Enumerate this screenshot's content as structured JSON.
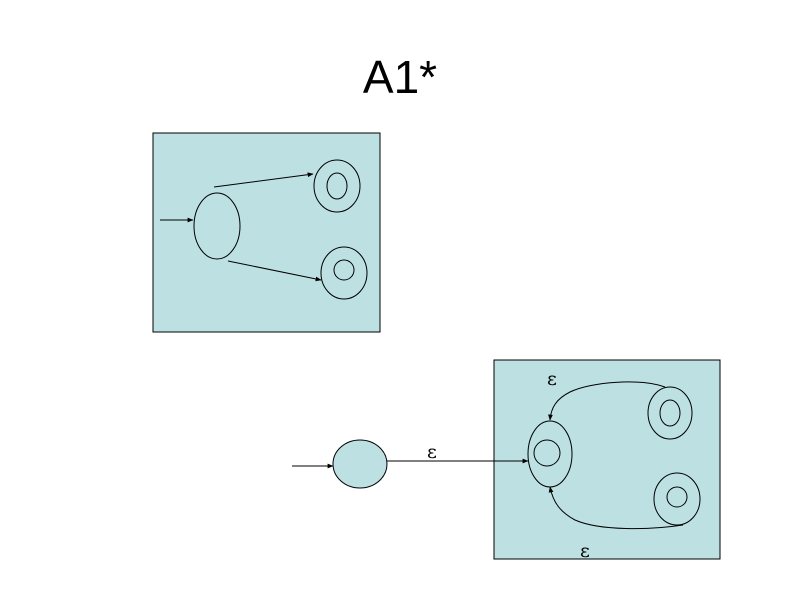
{
  "slide": {
    "title": "A1*"
  },
  "colors": {
    "box_fill": "#bde0e3",
    "state_fill": "#bde0e3",
    "line": "#000000"
  },
  "diagram_top": {
    "states": [
      "start-state",
      "accept-state-top",
      "accept-state-bottom"
    ]
  },
  "diagram_bottom": {
    "epsilon_labels": {
      "new_start": "ε",
      "loop_top": "ε",
      "loop_bottom": "ε"
    }
  }
}
